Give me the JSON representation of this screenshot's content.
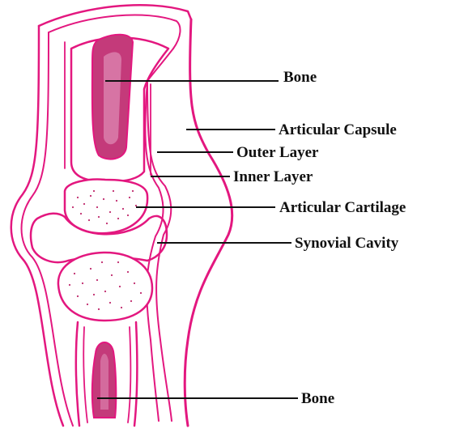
{
  "colors": {
    "outline": "#e3177f",
    "bone_fill": "#c43a7a",
    "cartilage_dots": "#c02a6e",
    "leader": "#111111",
    "label": "#111111",
    "background": "#ffffff"
  },
  "labels": {
    "bone_top": "Bone",
    "articular_capsule": "Articular Capsule",
    "outer_layer": "Outer Layer",
    "inner_layer": "Inner Layer",
    "articular_cartilage": "Articular Cartilage",
    "synovial_cavity": "Synovial Cavity",
    "bone_bottom": "Bone"
  }
}
